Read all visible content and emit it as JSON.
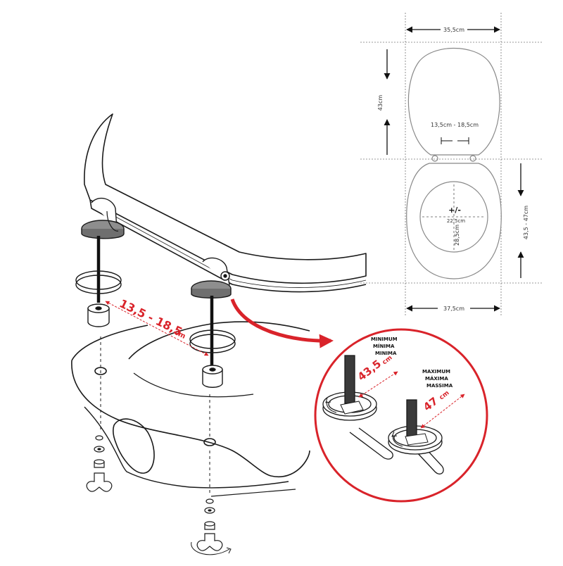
{
  "top_view": {
    "lid_width": "35,5cm",
    "lid_length": "43cm",
    "hinge_spacing": "13,5cm - 18,5cm",
    "center_mark": "+/-",
    "opening_width": "22,5cm",
    "opening_length": "28,5cm",
    "bowl_length": "43,5 - 47cm",
    "bowl_width": "37,5cm"
  },
  "hinge_distance": {
    "value": "13,5 - 18,5",
    "unit": "cm"
  },
  "detail": {
    "minimum_labels": [
      "MINIMUM",
      "MÍNIMA",
      "MINIMA"
    ],
    "minimum_value": "43,5",
    "minimum_unit": "cm",
    "maximum_labels": [
      "MAXIMUM",
      "MÁXIMA",
      "MASSIMA"
    ],
    "maximum_value": "47",
    "maximum_unit": "cm"
  },
  "colors": {
    "accent_red": "#d9232a",
    "line": "#1a1a1a",
    "dim_line": "#555555"
  }
}
